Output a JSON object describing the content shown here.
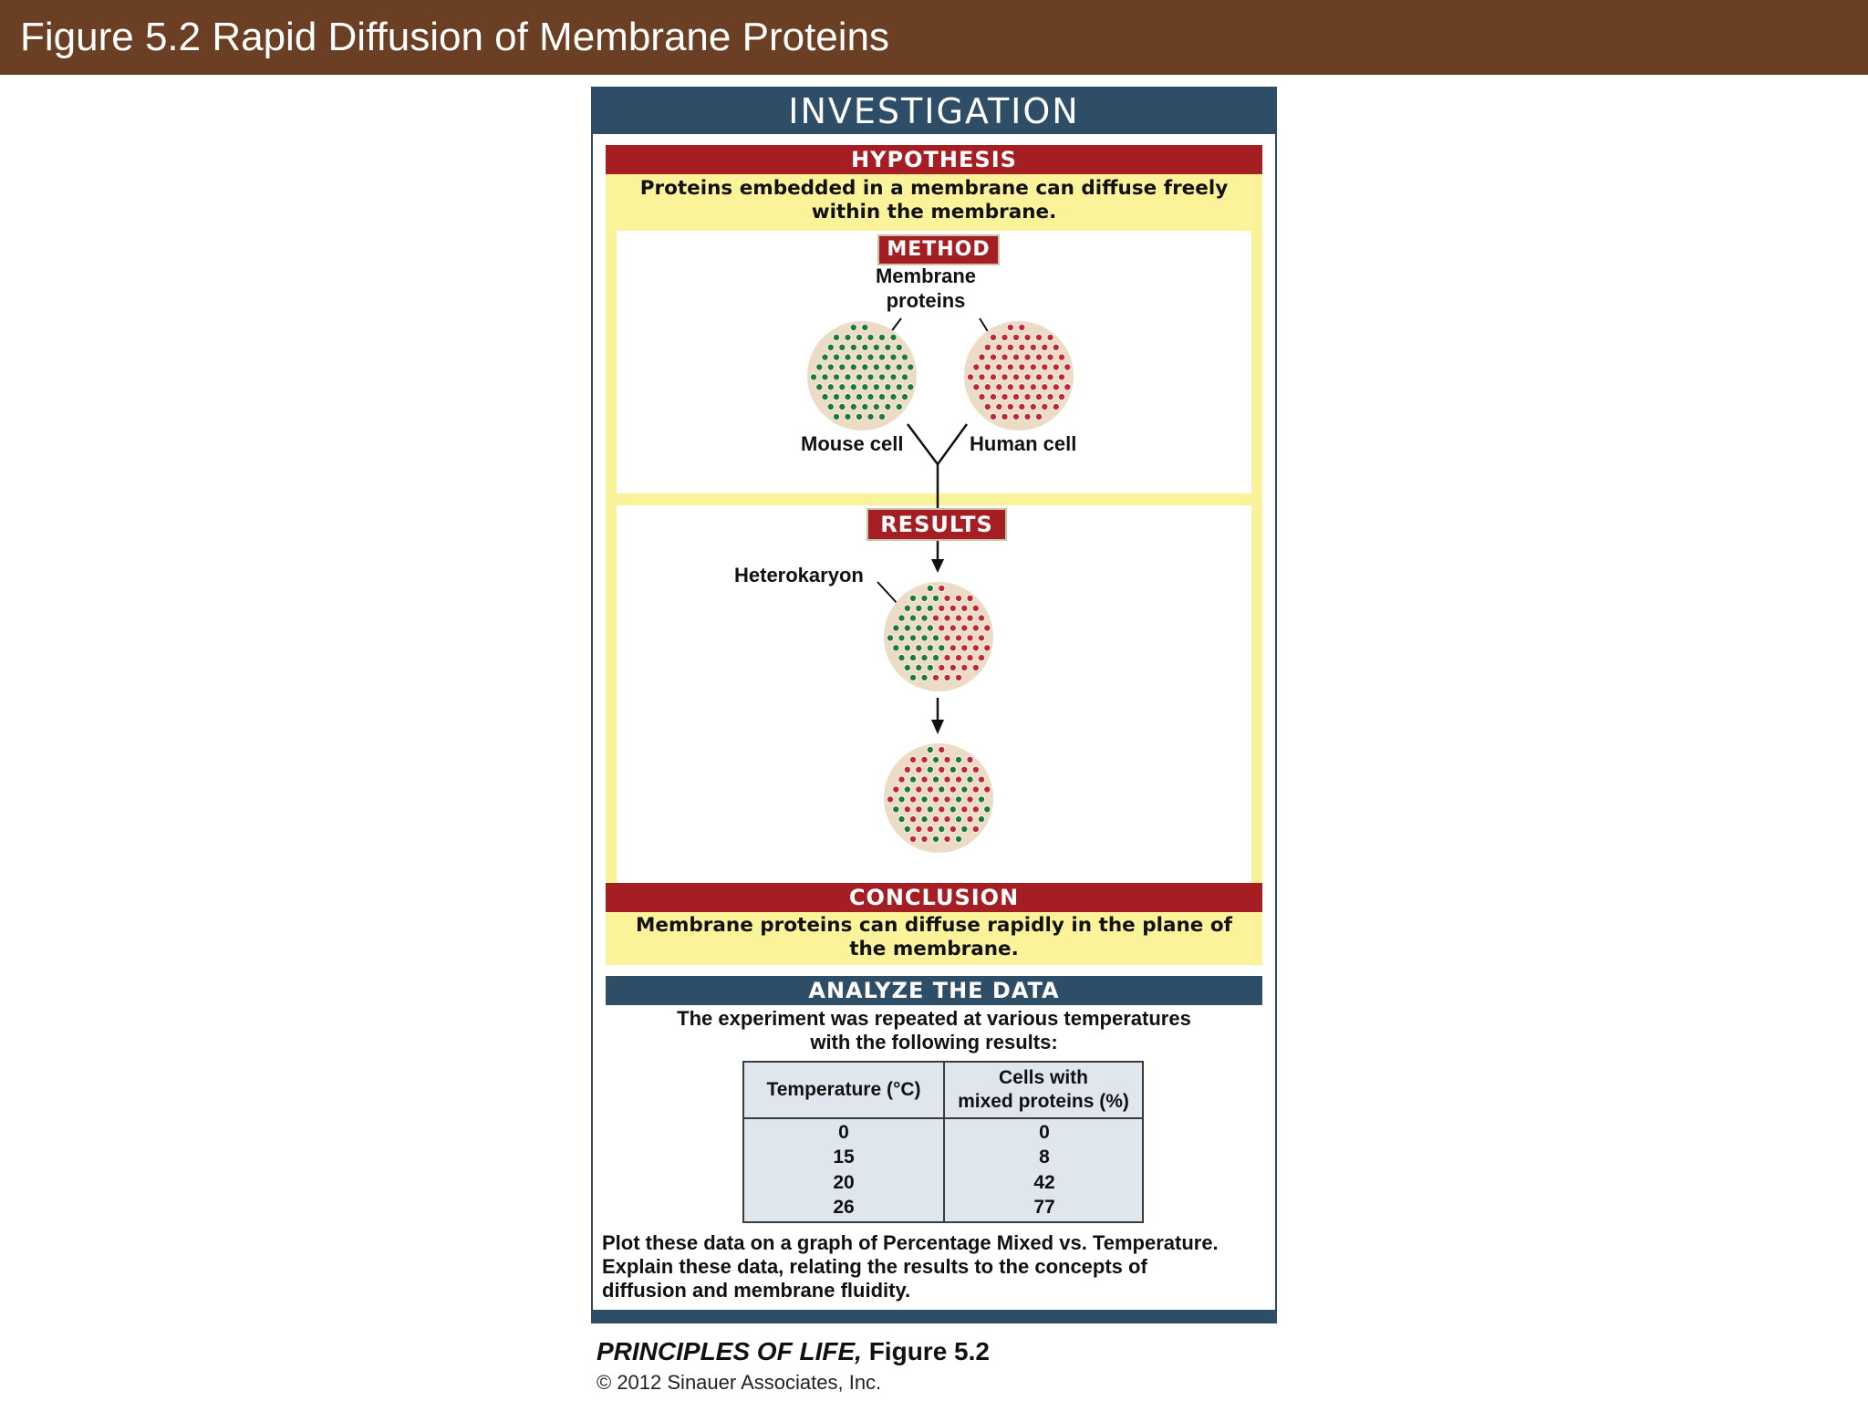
{
  "slide": {
    "title": "Figure 5.2  Rapid Diffusion of Membrane Proteins"
  },
  "investigation": {
    "header": "INVESTIGATION",
    "hypothesis": {
      "label": "HYPOTHESIS",
      "line1": "Proteins embedded in a membrane can diffuse freely",
      "line2": "within the membrane."
    },
    "method": {
      "label": "METHOD",
      "membrane_proteins_line1": "Membrane",
      "membrane_proteins_line2": "proteins",
      "mouse_cell": "Mouse cell",
      "human_cell": "Human cell"
    },
    "results": {
      "label": "RESULTS",
      "heterokaryon": "Heterokaryon"
    },
    "conclusion": {
      "label": "CONCLUSION",
      "line1": "Membrane proteins can diffuse rapidly in the plane of",
      "line2": "the membrane."
    },
    "analyze": {
      "label": "ANALYZE THE DATA",
      "intro_line1": "The experiment was repeated at various temperatures",
      "intro_line2": "with the following results:",
      "table": {
        "col1": "Temperature (°C)",
        "col2_line1": "Cells with",
        "col2_line2": "mixed proteins (%)",
        "rows": [
          {
            "temperature": "0",
            "mixed": "0"
          },
          {
            "temperature": "15",
            "mixed": "8"
          },
          {
            "temperature": "20",
            "mixed": "42"
          },
          {
            "temperature": "26",
            "mixed": "77"
          }
        ]
      },
      "task_line1": "Plot these data on a graph of Percentage Mixed vs. Temperature.",
      "task_line2": "Explain these data, relating the results to the concepts of",
      "task_line3": "diffusion and membrane fluidity."
    }
  },
  "footer": {
    "book_italic": "PRINCIPLES OF LIFE,",
    "book_figure": " Figure 5.2",
    "copyright": "© 2012 Sinauer Associates, Inc."
  },
  "colors": {
    "title_bar": "#6b3f24",
    "header_blue": "#2e4d67",
    "section_red": "#a51e24",
    "statement_yellow": "#fbf39a",
    "mouse_protein_green": "#1f7a3a",
    "human_protein_red": "#c0283a",
    "cell_membrane": "#ecdcc6"
  }
}
